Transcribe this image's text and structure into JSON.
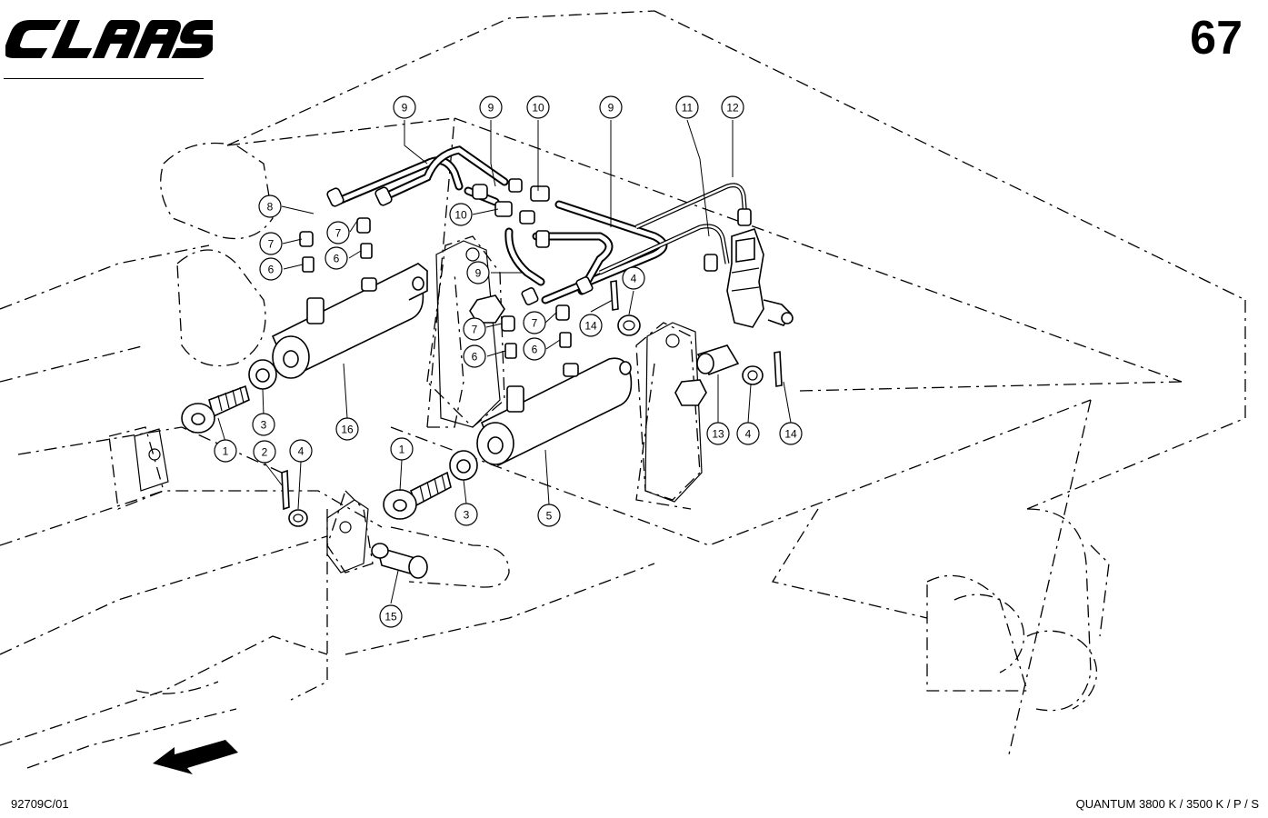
{
  "header": {
    "brand": "CLAAS",
    "page_number": "67"
  },
  "footer": {
    "drawing_id": "92709C/01",
    "model": "QUANTUM 3800 K / 3500 K / P / S"
  },
  "callouts": [
    {
      "label": "9"
    },
    {
      "label": "9"
    },
    {
      "label": "10"
    },
    {
      "label": "9"
    },
    {
      "label": "11"
    },
    {
      "label": "12"
    },
    {
      "label": "8"
    },
    {
      "label": "7"
    },
    {
      "label": "10"
    },
    {
      "label": "7"
    },
    {
      "label": "6"
    },
    {
      "label": "6"
    },
    {
      "label": "9"
    },
    {
      "label": "7"
    },
    {
      "label": "7"
    },
    {
      "label": "14"
    },
    {
      "label": "4"
    },
    {
      "label": "6"
    },
    {
      "label": "6"
    },
    {
      "label": "16"
    },
    {
      "label": "3"
    },
    {
      "label": "1"
    },
    {
      "label": "2"
    },
    {
      "label": "4"
    },
    {
      "label": "1"
    },
    {
      "label": "3"
    },
    {
      "label": "5"
    },
    {
      "label": "13"
    },
    {
      "label": "4"
    },
    {
      "label": "14"
    },
    {
      "label": "15"
    }
  ]
}
